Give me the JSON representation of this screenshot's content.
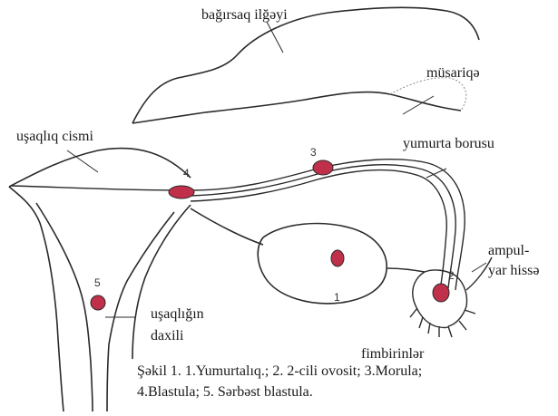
{
  "labels": {
    "intestine": "bağırsaq ilğəyi",
    "mesentery": "müsariqə",
    "uterus_body": "uşaqlıq cismi",
    "oviduct": "yumurta borusu",
    "ampulla_line1": "ampul-",
    "ampulla_line2": "yar hissə",
    "uterine_cavity_line1": "uşaqlığın",
    "uterine_cavity_line2": "daxili",
    "fimbriae": "fimbirinlər"
  },
  "numbers": {
    "n1": "1",
    "n2": "2",
    "n3": "3",
    "n4": "4",
    "n5": "5"
  },
  "caption": {
    "line1": "Şəkil 1. 1.Yumurtalıq.; 2.  2-cili ovosit; 3.Morula;",
    "line2": "4.Blastula; 5. Sərbəst blastula."
  },
  "colors": {
    "cell_fill": "#c0304a",
    "line": "#2a2a2a",
    "shading": "#8a8a8a"
  }
}
